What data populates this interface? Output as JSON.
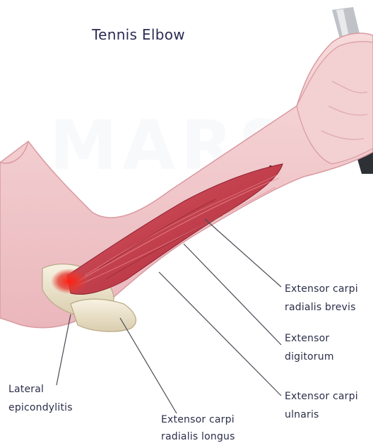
{
  "title": "Tennis Elbow",
  "watermark": "MARS",
  "labels": {
    "ecrb": [
      "Extensor carpi",
      "radialis brevis"
    ],
    "ed": [
      "Extensor",
      "digitorum"
    ],
    "ecu": [
      "Extensor carpi",
      "ulnaris"
    ],
    "lateral": [
      "Lateral",
      "epicondylitis"
    ],
    "ecrl": [
      "Extensor carpi",
      "radialis longus"
    ]
  },
  "colors": {
    "skin": "#f3cfd1",
    "skin_shade": "#e9b0b6",
    "muscle": "#c9454f",
    "muscle_dark": "#9c2636",
    "bone": "#eee4cb",
    "inflammation": "#e0201e",
    "leader_line": "#4a4a55"
  }
}
